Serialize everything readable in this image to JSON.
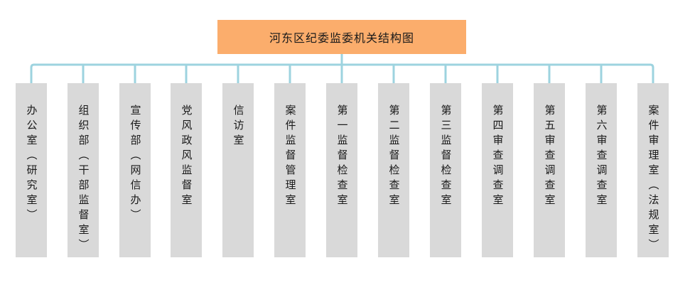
{
  "title": "河东区纪委监委机关结构图",
  "colors": {
    "root_fill": "#fbad6c",
    "dept_fill": "#d9d9d9",
    "connector": "#9dd3df"
  },
  "departments": [
    "办公室（研究室）",
    "组织部（干部监督室）",
    "宣传部（网信办）",
    "党风政风监督室",
    "信访室",
    "案件监督管理室",
    "第一监督检查室",
    "第二监督检查室",
    "第三监督检查室",
    "第四审查调查室",
    "第五审查调查室",
    "第六审查调查室",
    "案件审理室（法规室）"
  ]
}
